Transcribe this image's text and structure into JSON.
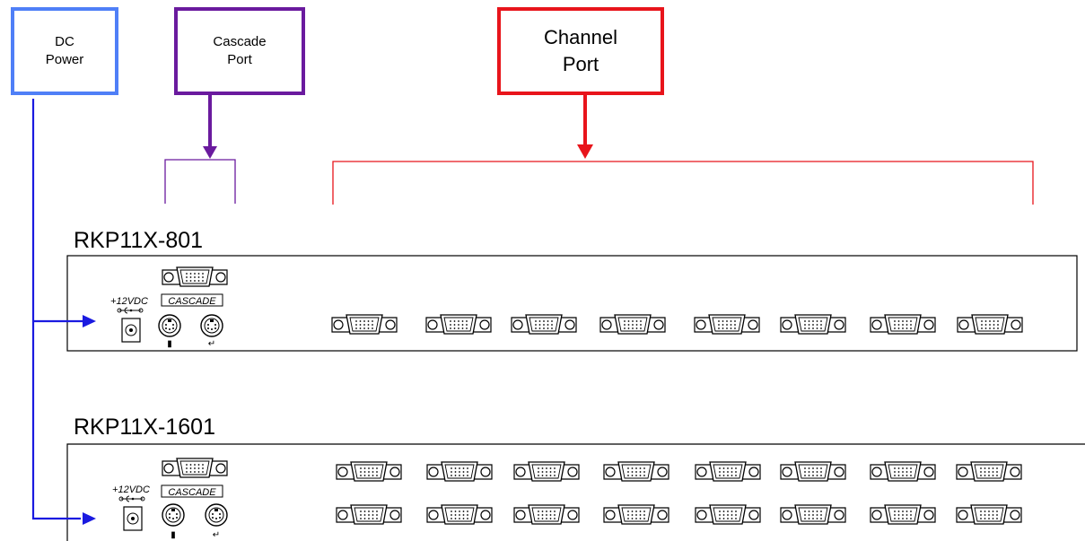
{
  "labels": {
    "dc_power": {
      "line1": "DC",
      "line2": "Power"
    },
    "cascade_port": {
      "line1": "Cascade",
      "line2": "Port"
    },
    "channel_port": {
      "line1": "Channel",
      "line2": "Port"
    }
  },
  "units": [
    {
      "model": "RKP11X-801",
      "power_label": "+12VDC",
      "cascade_label": "CASCADE",
      "channel_rows": 1,
      "ports_per_row": 8
    },
    {
      "model": "RKP11X-1601",
      "power_label": "+12VDC",
      "cascade_label": "CASCADE",
      "channel_rows": 2,
      "ports_per_row": 8
    }
  ],
  "colors": {
    "dc_power": "#4f7ff7",
    "cascade": "#6a1a9e",
    "channel": "#e8141b",
    "dc_arrow": "#1a1ae0"
  }
}
